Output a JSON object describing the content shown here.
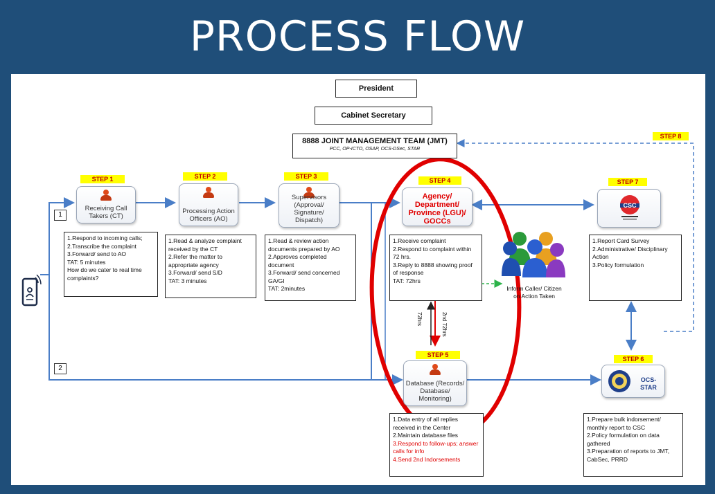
{
  "title": "PROCESS FLOW",
  "top": {
    "president": "President",
    "cabinet": "Cabinet Secretary",
    "jmt_title": "8888 JOINT MANAGEMENT TEAM (JMT)",
    "jmt_sub": "PCC, OP-ICTO, OSAP, OCS-DSec, STAR"
  },
  "channels": {
    "one": "1",
    "two": "2"
  },
  "steps": {
    "s1": {
      "tag": "STEP 1",
      "label": "Receiving Call Takers (CT)",
      "items": [
        "1.Respond to incoming calls;",
        "2.Transcribe the complaint",
        "3.Forward/ send to AO",
        "TAT: 5 minutes",
        "How do we cater to real time complaints?"
      ]
    },
    "s2": {
      "tag": "STEP 2",
      "label": "Processing Action Officers (AO)",
      "items": [
        "1.Read & analyze complaint received  by the CT",
        "2.Refer the matter to appropriate agency",
        "3.Forward/ send S/D",
        "TAT: 3 minutes"
      ]
    },
    "s3": {
      "tag": "STEP 3",
      "label": "Supervisors (Approval/ Signature/ Dispatch)",
      "items": [
        "1.Read & review action documents prepared by AO",
        "2.Approves completed document",
        "3.Forward/ send concerned GA/GI",
        "TAT:  2minutes"
      ]
    },
    "s4": {
      "tag": "STEP 4",
      "label": "Agency/ Department/ Province (LGU)/ GOCCs",
      "items": [
        "1.Receive complaint",
        "2.Respond to complaint within 72 hrs.",
        "3.Reply to 8888 showing proof of response",
        "TAT: 72hrs"
      ]
    },
    "s5": {
      "tag": "STEP 5",
      "label": "Database (Records/ Database/ Monitoring)",
      "items": [
        "1.Data entry of all replies received in the Center",
        "2.Maintain database files"
      ],
      "items_red": [
        "3.Respond to follow-ups; answer calls for info",
        "4.Send 2nd Indorsements"
      ]
    },
    "s6": {
      "tag": "STEP 6",
      "label": "OCS-STAR",
      "items": [
        "1.Prepare bulk indorsement/ monthly report to CSC",
        "2.Policy formulation on data gathered",
        "3.Preparation of reports to JMT, CabSec,  PRRD"
      ]
    },
    "s7": {
      "tag": "STEP 7",
      "label": "CSC",
      "items": [
        "1.Report Card Survey",
        "2.Administrative/ Disciplinary Action",
        "3.Policy formulation"
      ]
    },
    "s8": {
      "tag": "STEP 8"
    }
  },
  "inform": "Inform Caller/ Citizen on Action Taken",
  "tat_labels": {
    "down": "72hrs",
    "up": "2nd 72hrs"
  },
  "colors": {
    "frame": "#1f4e79",
    "arrow": "#4a7ec7",
    "step_tag_bg": "#ffff00",
    "step_tag_text": "#c00000",
    "highlight": "#e00000",
    "dash_green": "#2db34a"
  }
}
